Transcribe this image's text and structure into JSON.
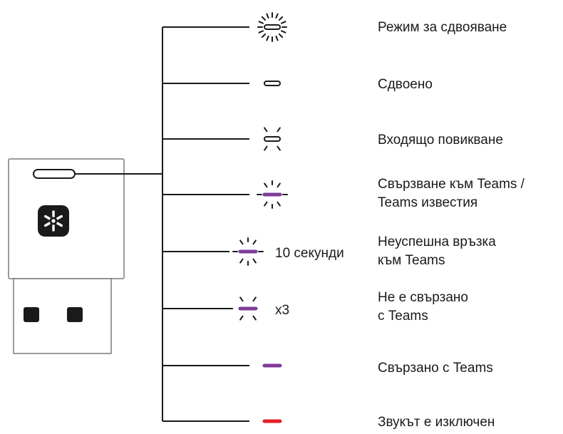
{
  "colors": {
    "line": "#1a1a1a",
    "led_white_outline": "#1a1a1a",
    "led_purple": "#7d3c98",
    "led_red": "#e31e24",
    "dongle_body": "#ffffff",
    "dongle_outline": "#7a7a7a"
  },
  "device": {
    "logo_icon": "teams-logo-icon",
    "usb_connector_icon": "usb-connector-icon"
  },
  "states": [
    {
      "id": "pairing-mode",
      "lines": [
        "Режим за сдвояване"
      ],
      "led": "white",
      "animation": "blinking-ring",
      "annotation": ""
    },
    {
      "id": "paired",
      "lines": [
        "Сдвоено"
      ],
      "led": "white",
      "animation": "steady",
      "annotation": ""
    },
    {
      "id": "incoming-call",
      "lines": [
        "Входящо повикване"
      ],
      "led": "white",
      "animation": "pulsing",
      "annotation": ""
    },
    {
      "id": "connecting-teams",
      "lines": [
        "Свързване към Teams /",
        "Teams известия"
      ],
      "led": "purple",
      "animation": "pulsing-wide",
      "annotation": ""
    },
    {
      "id": "failed-connection",
      "lines": [
        "Неуспешна връзка",
        "към Teams"
      ],
      "led": "purple",
      "animation": "pulsing-wide",
      "annotation": "10 секунди"
    },
    {
      "id": "not-connected",
      "lines": [
        "Не е свързано",
        "с Teams"
      ],
      "led": "purple",
      "animation": "pulsing",
      "annotation": "x3"
    },
    {
      "id": "connected-teams",
      "lines": [
        "Свързано с Teams"
      ],
      "led": "purple",
      "animation": "steady",
      "annotation": ""
    },
    {
      "id": "muted",
      "lines": [
        "Звукът е изключен"
      ],
      "led": "red",
      "animation": "steady",
      "annotation": ""
    }
  ]
}
